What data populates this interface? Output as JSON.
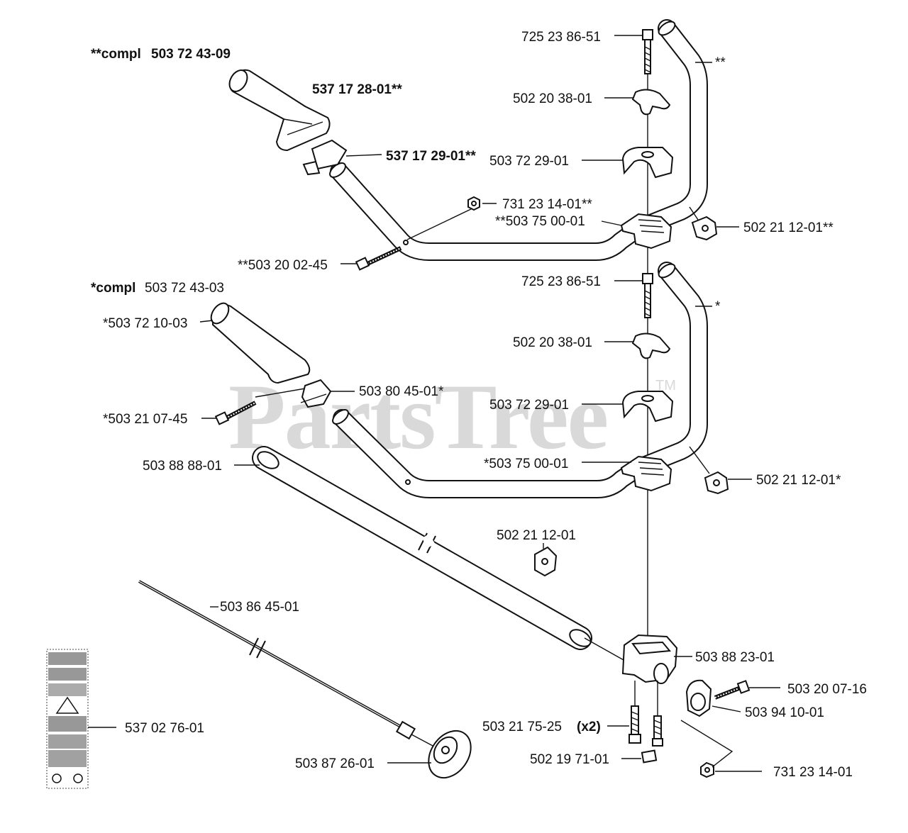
{
  "watermark": {
    "brand": "PartsTree",
    "trademark": "TM"
  },
  "kits": [
    {
      "prefix": "**compl",
      "number": "503 72 43-09"
    },
    {
      "prefix": "*compl",
      "number": "503 72 43-03"
    }
  ],
  "labels": {
    "upper_handle_grip": "537 17 28-01**",
    "upper_throttle_housing": "537 17 29-01**",
    "upper_nut": "731 23 14-01**",
    "upper_screw": "**503 20 02-45",
    "upper_bolt": "725 23 86-51",
    "upper_knob": "502 20 38-01",
    "upper_clamp_top": "503 72 29-01",
    "upper_clamp_base": "**503 75 00-01",
    "upper_cable_clip": "502 21 12-01**",
    "upper_bar_mark": "**",
    "lower_bolt": "725 23 86-51",
    "lower_knob": "502 20 38-01",
    "lower_clamp_top": "503 72 29-01",
    "lower_clamp_base": "*503 75 00-01",
    "lower_cable_clip": "502 21 12-01*",
    "lower_bar_mark": "*",
    "lower_grip": "*503 72 10-03",
    "lower_throttle": "503 80 45-01*",
    "lower_screw": "*503 21 07-45",
    "shaft_tube": "503 88 88-01",
    "shaft_clip": "502 21 12-01",
    "drive_shaft": "503 86 45-01",
    "decal": "537 02 76-01",
    "washer_plate": "503 87 26-01",
    "bracket": "503 88 23-01",
    "bracket_screw": "503 20 07-16",
    "bracket_holder": "503 94 10-01",
    "bracket_screws_main": "503 21 75-25",
    "bracket_screws_qty": "(x2)",
    "bracket_screw_small": "502 19 71-01",
    "bracket_nut": "731 23 14-01"
  }
}
